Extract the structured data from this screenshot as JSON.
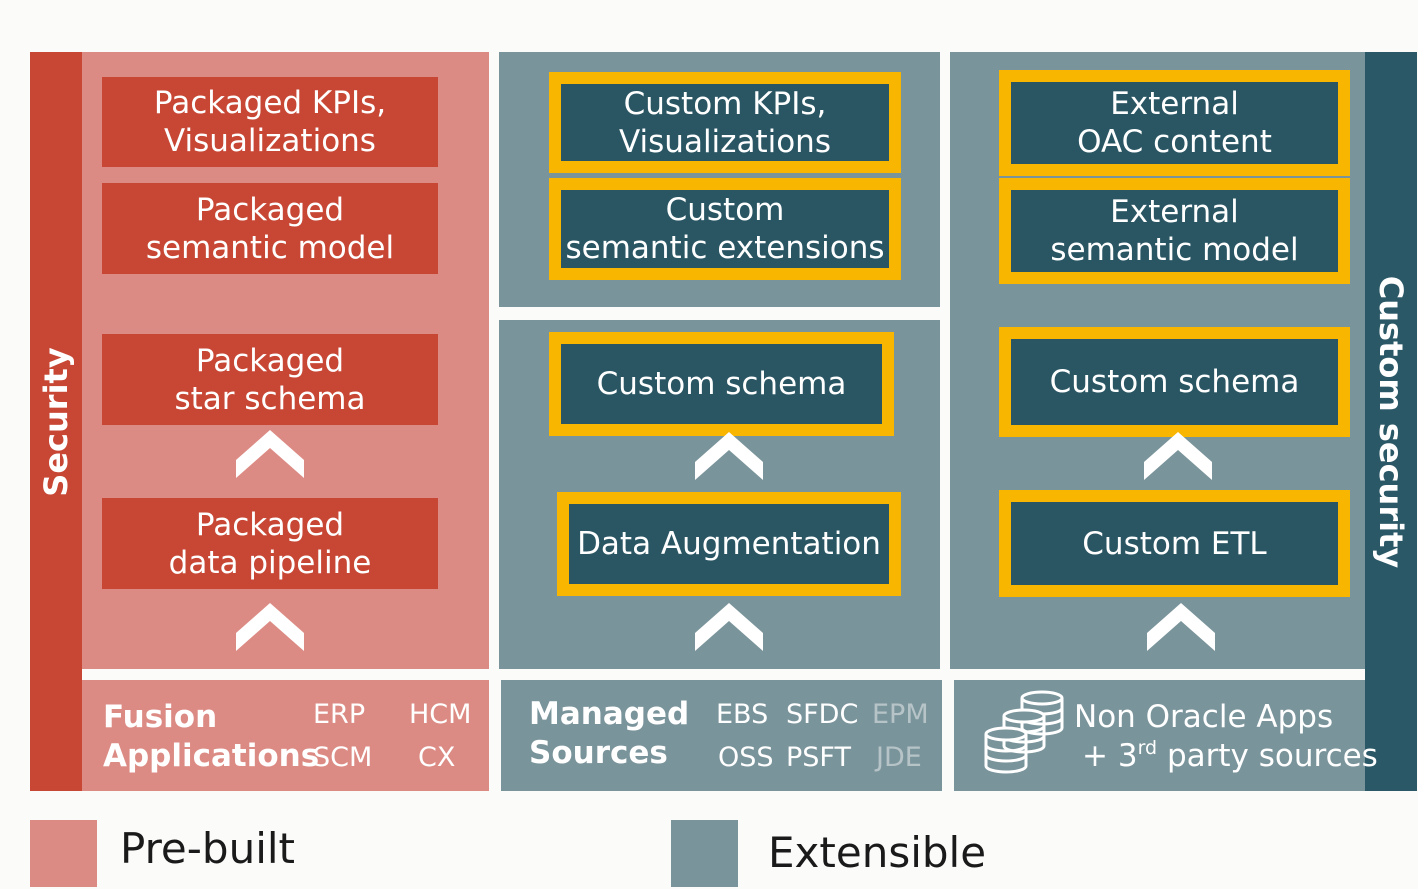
{
  "side_labels": {
    "left": "Security",
    "right": "Custom security"
  },
  "prebuilt_column": {
    "boxes": [
      "Packaged  KPIs,\nVisualizations",
      "Packaged\nsemantic model",
      "Packaged\nstar schema",
      "Packaged\ndata pipeline"
    ],
    "source": {
      "title": "Fusion\nApplications",
      "items": [
        "ERP",
        "HCM",
        "SCM",
        "CX"
      ]
    }
  },
  "managed_column": {
    "boxes": [
      "Custom  KPIs,\nVisualizations",
      "Custom\nsemantic extensions",
      "Custom schema",
      "Data Augmentation"
    ],
    "source": {
      "title": "Managed\nSources",
      "items": [
        "EBS",
        "SFDC",
        "EPM",
        "OSS",
        "PSFT",
        "JDE"
      ]
    }
  },
  "external_column": {
    "boxes": [
      "External\nOAC content",
      "External\nsemantic model",
      "Custom schema",
      "Custom ETL"
    ],
    "source": {
      "line1": "Non Oracle Apps",
      "line2_prefix": "+ 3",
      "line2_sup": "rd",
      "line2_suffix": " party sources",
      "icon": "database-stack-icon"
    }
  },
  "legend": {
    "prebuilt": {
      "label": "Pre-built",
      "color": "#dc8b84"
    },
    "extensible": {
      "label": "Extensible",
      "color": "#7a949b"
    }
  },
  "colors": {
    "security": "#c74634",
    "custom_security": "#2b5866",
    "highlight_border": "#f8b600",
    "teal_box": "#2a5664",
    "red_box": "#c74634"
  }
}
